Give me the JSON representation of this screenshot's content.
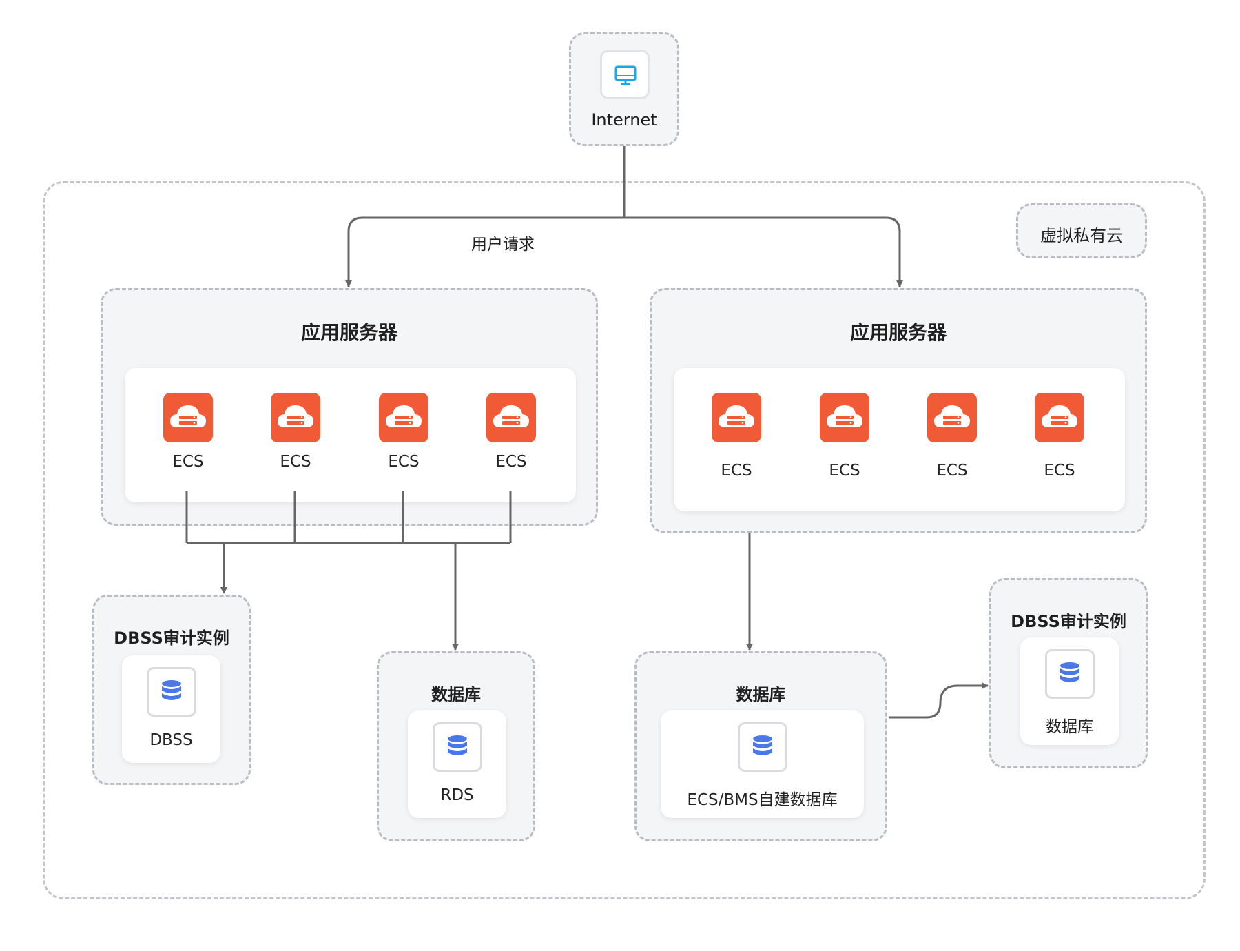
{
  "internet": {
    "label": "Internet"
  },
  "vpc": {
    "label": "虚拟私有云"
  },
  "edge_label": "用户请求",
  "app_left": {
    "title": "应用服务器",
    "items": [
      {
        "label": "ECS"
      },
      {
        "label": "ECS"
      },
      {
        "label": "ECS"
      },
      {
        "label": "ECS"
      }
    ]
  },
  "app_right": {
    "title": "应用服务器",
    "items": [
      {
        "label": "ECS"
      },
      {
        "label": "ECS"
      },
      {
        "label": "ECS"
      },
      {
        "label": "ECS"
      }
    ]
  },
  "dbss_left": {
    "title": "DBSS审计实例",
    "item": "DBSS"
  },
  "db_rds": {
    "title": "数据库",
    "item": "RDS"
  },
  "db_self": {
    "title": "数据库",
    "item": "ECS/BMS自建数据库"
  },
  "dbss_right": {
    "title": "DBSS审计实例",
    "item": "数据库"
  },
  "colors": {
    "ecs_icon": "#f15a36",
    "db_icon": "#4a78e8",
    "internet_icon": "#1aa6e8",
    "line": "#666666",
    "dashed_border": "#b9bcc2",
    "panel_bg": "#f4f5f7"
  },
  "icons": {
    "internet": "monitor-icon",
    "ecs": "cloud-server-icon",
    "database": "database-icon"
  }
}
